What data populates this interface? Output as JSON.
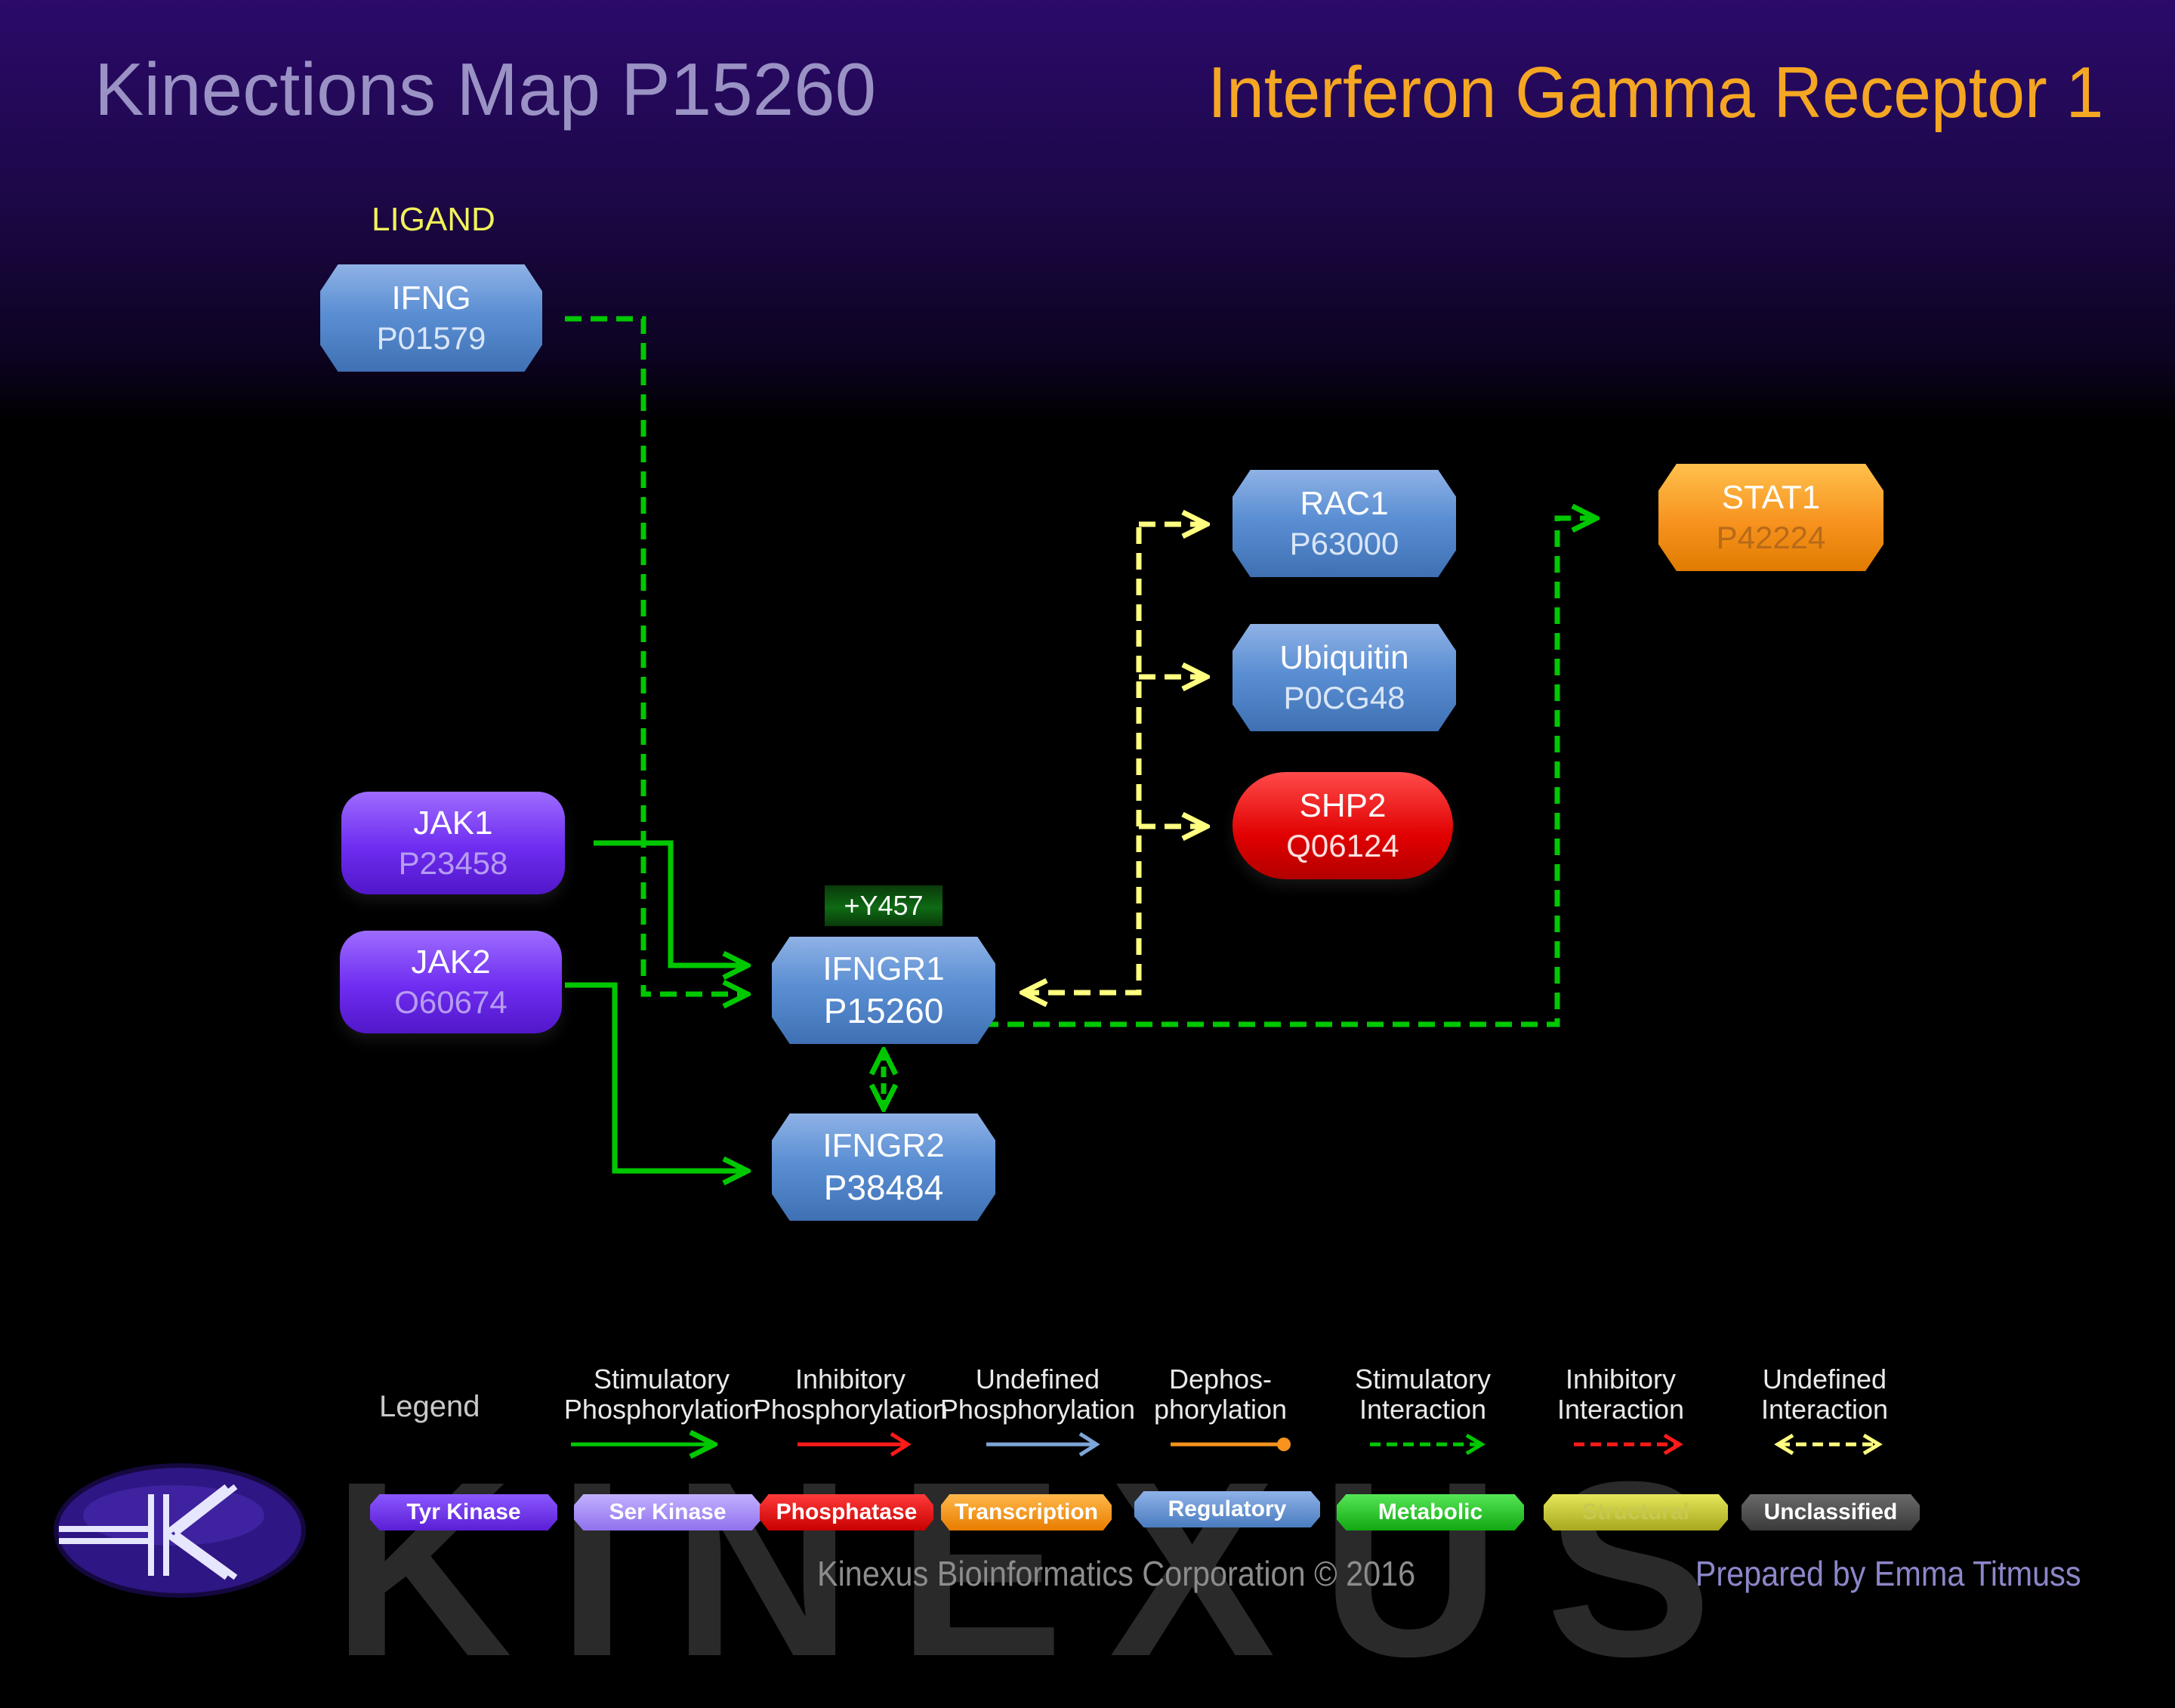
{
  "header": {
    "map_title": "Kinections Map P15260",
    "protein_name": "Interferon Gamma Receptor 1"
  },
  "section_label": "LIGAND",
  "nodes": {
    "ifng": {
      "name": "IFNG",
      "accession": "P01579",
      "type": "Regulatory"
    },
    "jak1": {
      "name": "JAK1",
      "accession": "P23458",
      "type": "Tyr Kinase"
    },
    "jak2": {
      "name": "JAK2",
      "accession": "O60674",
      "type": "Tyr Kinase"
    },
    "ifngr1": {
      "name": "IFNGR1",
      "accession": "P15260",
      "type": "Regulatory",
      "site": "+Y457"
    },
    "ifngr2": {
      "name": "IFNGR2",
      "accession": "P38484",
      "type": "Regulatory"
    },
    "rac1": {
      "name": "RAC1",
      "accession": "P63000",
      "type": "Regulatory"
    },
    "ubiquitin": {
      "name": "Ubiquitin",
      "accession": "P0CG48",
      "type": "Regulatory"
    },
    "shp2": {
      "name": "SHP2",
      "accession": "Q06124",
      "type": "Phosphatase"
    },
    "stat1": {
      "name": "STAT1",
      "accession": "P42224",
      "type": "Transcription"
    }
  },
  "edges": [
    {
      "from": "IFNG",
      "to": "IFNGR1",
      "kind": "Stimulatory Interaction"
    },
    {
      "from": "JAK1",
      "to": "IFNGR1",
      "kind": "Stimulatory Phosphorylation"
    },
    {
      "from": "JAK2",
      "to": "IFNGR2",
      "kind": "Stimulatory Phosphorylation"
    },
    {
      "from": "IFNGR1",
      "to": "IFNGR2",
      "kind": "Stimulatory Interaction",
      "bidirectional": true
    },
    {
      "from": "IFNGR1",
      "to": "RAC1",
      "kind": "Undefined Interaction",
      "bidirectional": true
    },
    {
      "from": "IFNGR1",
      "to": "Ubiquitin",
      "kind": "Undefined Interaction",
      "bidirectional": true
    },
    {
      "from": "IFNGR1",
      "to": "SHP2",
      "kind": "Undefined Interaction",
      "bidirectional": true
    },
    {
      "from": "IFNGR1",
      "to": "STAT1",
      "kind": "Stimulatory Interaction"
    }
  ],
  "legend": {
    "title": "Legend",
    "edge_types": [
      {
        "line1": "Stimulatory",
        "line2": "Phosphorylation",
        "color": "#00c800",
        "style": "solid"
      },
      {
        "line1": "Inhibitory",
        "line2": "Phosphorylation",
        "color": "#ff1a1a",
        "style": "solid"
      },
      {
        "line1": "Undefined",
        "line2": "Phosphorylation",
        "color": "#7ea6d8",
        "style": "solid"
      },
      {
        "line1": "Dephos-",
        "line2": "phorylation",
        "color": "#f7931e",
        "style": "solid-dot"
      },
      {
        "line1": "Stimulatory",
        "line2": "Interaction",
        "color": "#00c800",
        "style": "dashed"
      },
      {
        "line1": "Inhibitory",
        "line2": "Interaction",
        "color": "#ff1a1a",
        "style": "dashed"
      },
      {
        "line1": "Undefined",
        "line2": "Interaction",
        "color": "#ffff80",
        "style": "dashed-double"
      }
    ],
    "node_types": [
      {
        "label": "Tyr Kinase",
        "color": "#6a2cf0"
      },
      {
        "label": "Ser Kinase",
        "color": "#a58cf5"
      },
      {
        "label": "Phosphatase",
        "color": "#e00000"
      },
      {
        "label": "Transcription",
        "color": "#f7931e"
      },
      {
        "label": "Regulatory",
        "color": "#5b8fd3"
      },
      {
        "label": "Metabolic",
        "color": "#1fc61f"
      },
      {
        "label": "Structural",
        "color": "#c9c93a"
      },
      {
        "label": "Unclassified",
        "color": "#b0b0b0"
      }
    ]
  },
  "footer": {
    "watermark": "KINEXUS",
    "company": "Kinexus Bioinformatics Corporation © 2016",
    "prepared_by": "Prepared by Emma Titmuss"
  }
}
